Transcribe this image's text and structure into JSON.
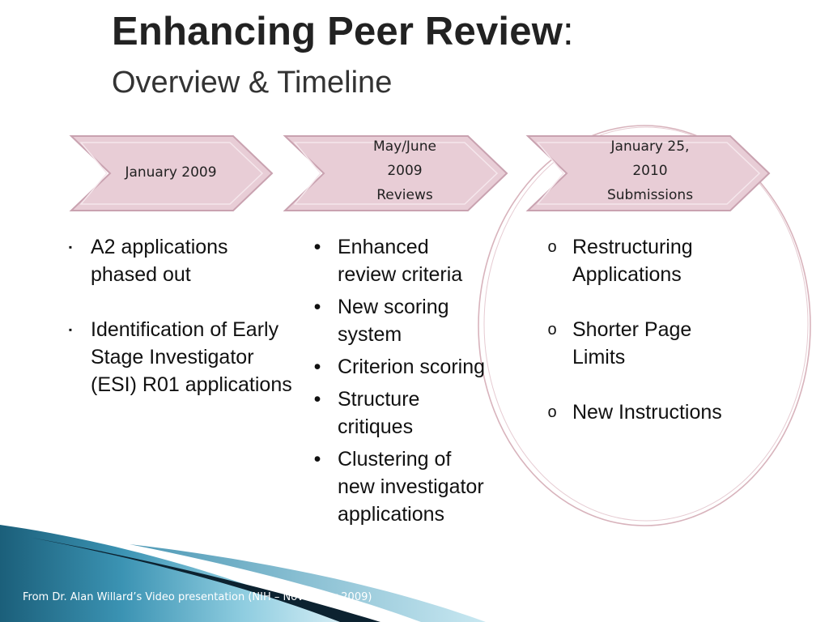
{
  "header": {
    "title": "Enhancing Peer Review",
    "title_colon": ":",
    "subtitle": "Overview & Timeline"
  },
  "timeline": [
    {
      "lines": [
        "January  2009"
      ]
    },
    {
      "lines": [
        "May/June",
        "2009",
        "Reviews"
      ]
    },
    {
      "lines": [
        "January 25,",
        "2010",
        "Submissions"
      ]
    }
  ],
  "columns": [
    {
      "bullet": "▪",
      "items": [
        "A2 applications phased out",
        "Identification of Early Stage Investigator (ESI) R01 applications"
      ]
    },
    {
      "bullet": "•",
      "items": [
        "Enhanced review criteria",
        "New scoring system",
        "Criterion scoring",
        "Structure critiques",
        "Clustering of new investigator applications"
      ]
    },
    {
      "bullet": "o",
      "items": [
        "Restructuring Applications",
        "Shorter Page Limits",
        "New Instructions"
      ]
    }
  ],
  "footer": "From Dr. Alan Willard’s Video presentation (NIH – November 2009)",
  "colors": {
    "arrow_fill": "#e8cdd6",
    "arrow_stroke": "#c9a2b0",
    "circle_stroke": "#d8b3bc",
    "swoosh_dark": "#1e6f8a",
    "swoosh_light": "#7fc3d8"
  }
}
